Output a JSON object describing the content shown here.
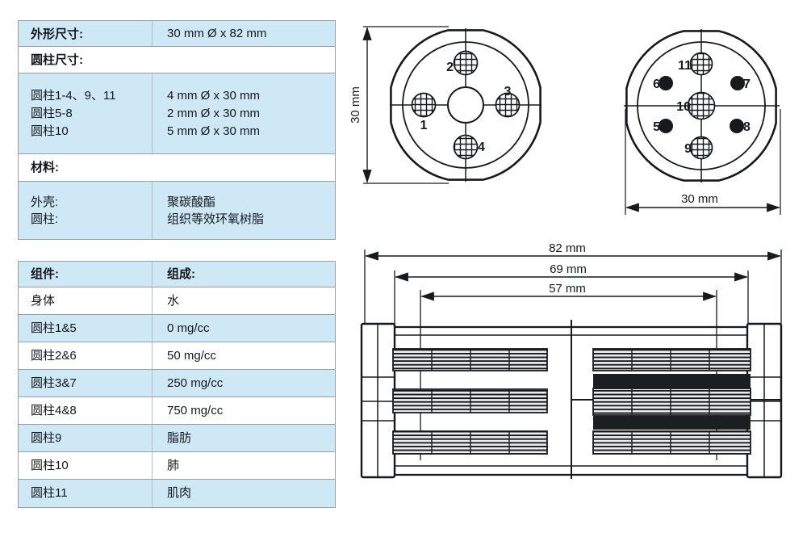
{
  "spec_table": {
    "outline_row": {
      "label": "外形尺寸:",
      "value": "30 mm Ø x 82 mm"
    },
    "cylinder_section": {
      "label": "圆柱尺寸:"
    },
    "cylinder_rows": {
      "labels": [
        "圆柱1-4、9、11",
        "圆柱5-8",
        "圆柱10"
      ],
      "values": [
        "4 mm Ø x 30 mm",
        "2 mm Ø x 30 mm",
        "5 mm Ø x 30 mm"
      ]
    },
    "material_section": {
      "label": "材料:"
    },
    "material_rows": {
      "labels": [
        "外壳:",
        "圆柱:"
      ],
      "values": [
        "聚碳酸酯",
        "组织等效环氧树脂"
      ]
    }
  },
  "components_table": {
    "headers": {
      "component": "组件:",
      "composition": "组成:"
    },
    "rows": [
      {
        "component": "身体",
        "composition": "水"
      },
      {
        "component": "圆柱1&5",
        "composition": "0 mg/cc"
      },
      {
        "component": "圆柱2&6",
        "composition": "50 mg/cc"
      },
      {
        "component": "圆柱3&7",
        "composition": "250 mg/cc"
      },
      {
        "component": "圆柱4&8",
        "composition": "750 mg/cc"
      },
      {
        "component": "圆柱9",
        "composition": "脂肪"
      },
      {
        "component": "圆柱10",
        "composition": "肺"
      },
      {
        "component": "圆柱11",
        "composition": "肌肉"
      }
    ]
  },
  "drawings": {
    "end_view_left": {
      "dim": "30 mm",
      "labels": {
        "c1": "1",
        "c2": "2",
        "c3": "3",
        "c4": "4"
      }
    },
    "end_view_right": {
      "dim": "30 mm",
      "labels": {
        "c5": "5",
        "c6": "6",
        "c7": "7",
        "c8": "8",
        "c9": "9",
        "c10": "10",
        "c11": "11"
      }
    },
    "side_view": {
      "dims": {
        "overall": "82 mm",
        "inner": "69 mm",
        "cylinder": "57 mm"
      }
    }
  },
  "colors": {
    "row_blue": "#cfe8f6",
    "line_dark": "#17191c",
    "table_border": "#97a0a7"
  }
}
